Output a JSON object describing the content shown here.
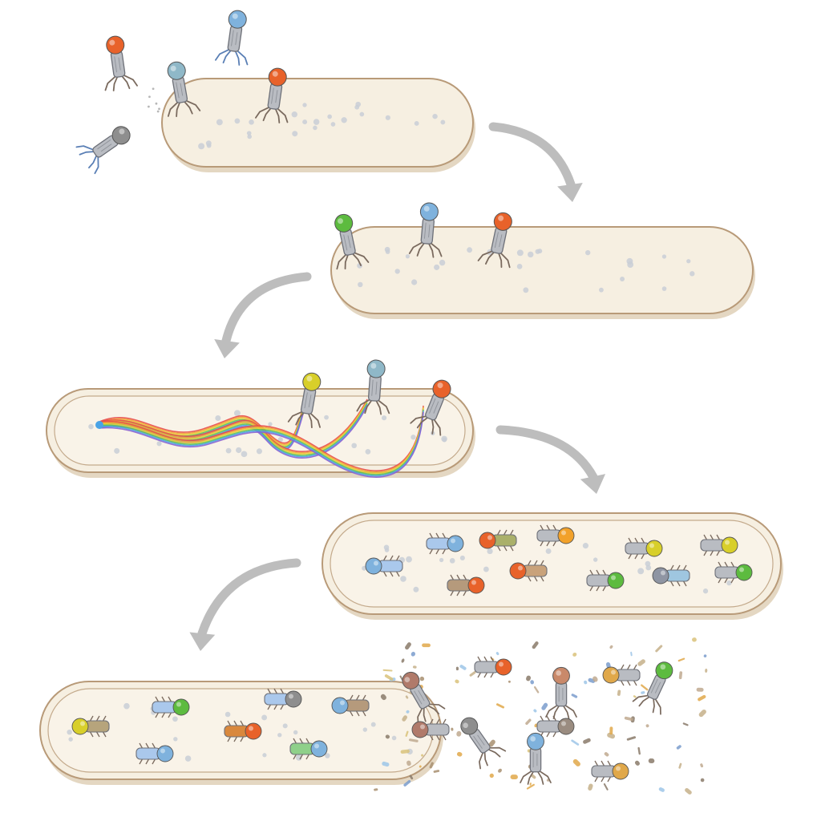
{
  "colors": {
    "background": "#ffffff",
    "cell_fill": "#f6efe1",
    "cell_inner": "#faf5ea",
    "cell_outline": "#b89a78",
    "cell_shadow": "#e4d7c2",
    "arrow": "#bdbdbd",
    "speckle": "#c9ced6",
    "phage_body": "#b9bcc2",
    "phage_leg": "#7a6a5e",
    "head_orange": "#e8622a",
    "head_blue": "#7fb2dd",
    "head_teal": "#8fb8c8",
    "head_gray": "#8e8e8e",
    "head_green": "#5dbb3f",
    "head_yellow": "#d8cf2a",
    "dna_colors": [
      "#e84b4b",
      "#f1a33a",
      "#e6d43a",
      "#5cc25c",
      "#4aa3e6",
      "#8a63d2"
    ]
  },
  "icons": {
    "phage": "bacteriophage-icon",
    "cell": "bacterial-cell-icon",
    "arrow": "curved-arrow-icon",
    "dna": "viral-dna-strand-icon",
    "debris": "cell-debris-icon"
  },
  "stages": [
    {
      "id": "attachment"
    },
    {
      "id": "penetration"
    },
    {
      "id": "replication"
    },
    {
      "id": "assembly"
    },
    {
      "id": "lysis"
    }
  ]
}
